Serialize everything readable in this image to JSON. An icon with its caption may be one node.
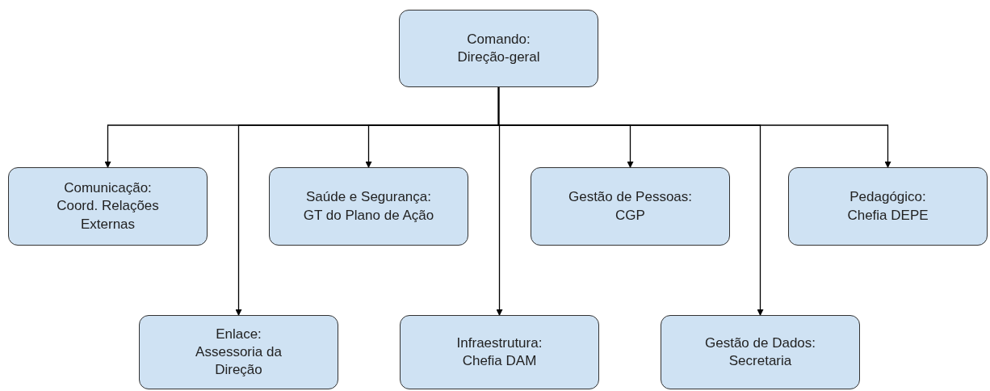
{
  "diagram": {
    "nodes": [
      {
        "text": [
          "Comando:",
          "Direção-geral"
        ]
      },
      {
        "text": [
          "Comunicação:",
          "Coord. Relações Externas"
        ]
      },
      {
        "text": [
          "Saúde e Segurança:",
          "GT do Plano de Ação"
        ]
      },
      {
        "text": [
          "Gestão de Pessoas:",
          "CGP"
        ]
      },
      {
        "text": [
          "Pedagógico:",
          "Chefia DEPE"
        ]
      },
      {
        "text": [
          "Enlace:",
          "Assessoria da Direção"
        ]
      },
      {
        "text": [
          "Infraestrutura:",
          "Chefia DAM"
        ]
      },
      {
        "text": [
          "Gestão de Dados:",
          "Secretaria"
        ]
      }
    ],
    "edges": [
      {
        "from": 0,
        "to": 1,
        "arrow": "to"
      },
      {
        "from": 0,
        "to": 5,
        "arrow": "to"
      },
      {
        "from": 0,
        "to": 2,
        "arrow": "to"
      },
      {
        "from": 0,
        "to": 6,
        "arrow": "to"
      },
      {
        "from": 0,
        "to": 3,
        "arrow": "to"
      },
      {
        "from": 0,
        "to": 7,
        "arrow": "to"
      },
      {
        "from": 0,
        "to": 4,
        "arrow": "to"
      }
    ]
  }
}
